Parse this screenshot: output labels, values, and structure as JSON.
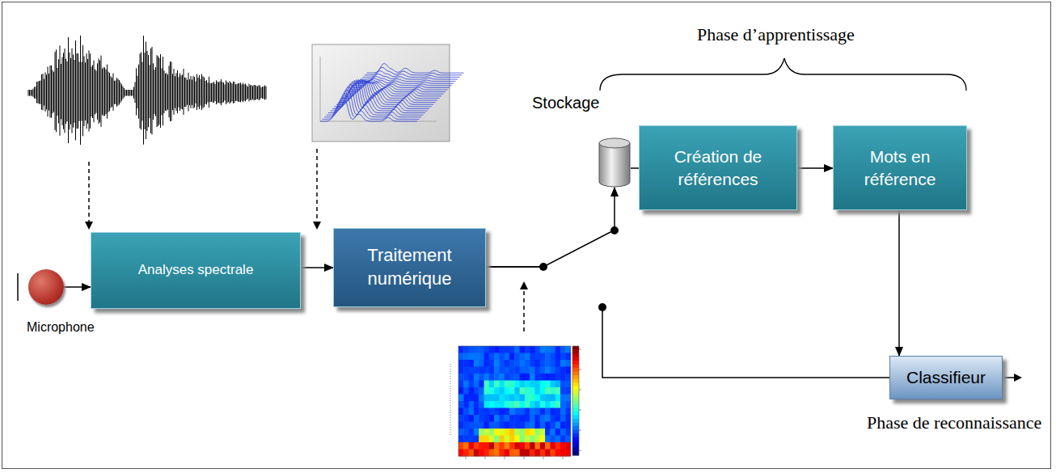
{
  "diagram": {
    "nodes": [
      {
        "text": [
          "Microphone"
        ]
      },
      {
        "text": [
          "Analyses spectrale"
        ]
      },
      {
        "text": [
          "Traitement numérique"
        ]
      },
      {
        "text": [
          "Stockage"
        ]
      },
      {
        "text": [
          "Création de références"
        ]
      },
      {
        "text": [
          "Mots en référence"
        ]
      },
      {
        "text": [
          "Classifieur"
        ]
      }
    ],
    "edges": [
      {
        "from": 0,
        "to": 1,
        "arrow": "to"
      },
      {
        "from": 1,
        "to": 2,
        "arrow": "to"
      },
      {
        "from": 2,
        "to": 3,
        "arrow": "to"
      },
      {
        "from": 3,
        "to": 4,
        "arrow": "none"
      },
      {
        "from": 4,
        "to": 5,
        "arrow": "to"
      },
      {
        "from": 5,
        "to": 6,
        "arrow": "to"
      },
      {
        "from": 2,
        "to": 6,
        "arrow": "none"
      }
    ],
    "labels": [
      "Phase d’apprentissage",
      "Phase de reconnaissance"
    ]
  }
}
